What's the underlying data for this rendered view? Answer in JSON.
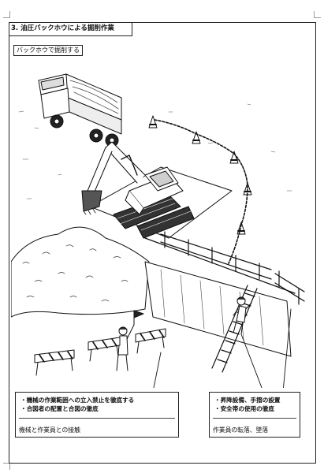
{
  "header": {
    "title": "3. 油圧バックホウによる掘削作業"
  },
  "section_label": "バックホウで掘削する",
  "illustration": {
    "icons": [
      "dump-truck-icon",
      "backhoe-icon",
      "traffic-cone-icon",
      "ladder-icon",
      "worker-icon",
      "flag-icon",
      "barricade-icon",
      "guard-rail-icon"
    ]
  },
  "hazard_left": {
    "points": [
      "機械の作業範囲への立入禁止を徹底する",
      "合図者の配置と合図の徹底"
    ],
    "consequence": "機械と作業員との接触"
  },
  "hazard_right": {
    "points": [
      "昇降設備、手摺の設置",
      "安全帯の使用の徹底"
    ],
    "consequence": "作業員の転落、墜落"
  }
}
